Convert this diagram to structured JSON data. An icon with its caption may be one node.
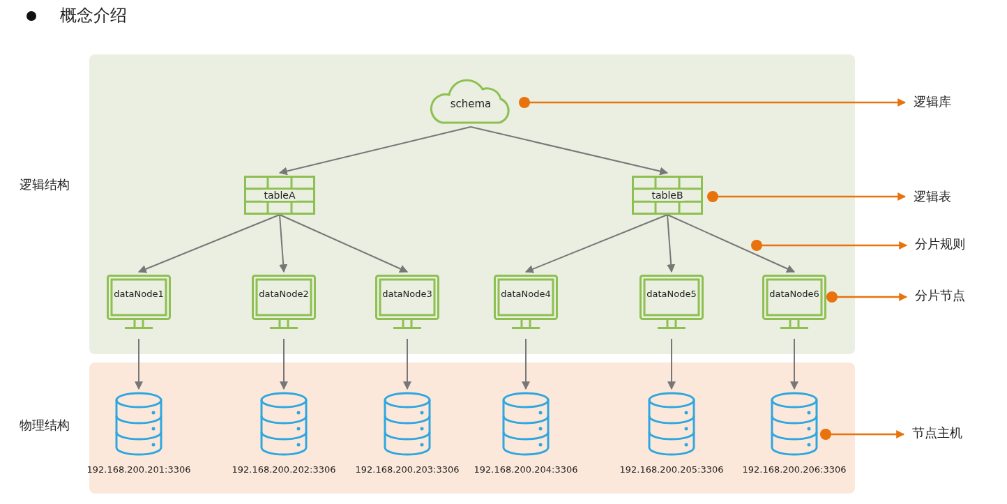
{
  "diagram": {
    "title": "概念介绍",
    "nodes": [
      {
        "text": [
          "逻辑结构"
        ]
      },
      {
        "text": [
          "schema"
        ],
        "in": 0
      },
      {
        "text": [
          "tableA"
        ],
        "in": 0
      },
      {
        "text": [
          "tableB"
        ],
        "in": 0
      },
      {
        "text": [
          "dataNode1"
        ],
        "in": 0
      },
      {
        "text": [
          "dataNode2"
        ],
        "in": 0
      },
      {
        "text": [
          "dataNode3"
        ],
        "in": 0
      },
      {
        "text": [
          "dataNode4"
        ],
        "in": 0
      },
      {
        "text": [
          "dataNode5"
        ],
        "in": 0
      },
      {
        "text": [
          "dataNode6"
        ],
        "in": 0
      },
      {
        "text": [
          "物理结构"
        ]
      },
      {
        "text": [],
        "shape": "cylinder",
        "beside": [
          "192.168.200.201:3306"
        ],
        "in": 10
      },
      {
        "text": [],
        "shape": "cylinder",
        "beside": [
          "192.168.200.202:3306"
        ],
        "in": 10
      },
      {
        "text": [],
        "shape": "cylinder",
        "beside": [
          "192.168.200.203:3306"
        ],
        "in": 10
      },
      {
        "text": [],
        "shape": "cylinder",
        "beside": [
          "192.168.200.204:3306"
        ],
        "in": 10
      },
      {
        "text": [],
        "shape": "cylinder",
        "beside": [
          "192.168.200.205:3306"
        ],
        "in": 10
      },
      {
        "text": [],
        "shape": "cylinder",
        "beside": [
          "192.168.200.206:3306"
        ],
        "in": 10
      },
      {
        "text": [
          "逻辑库"
        ]
      },
      {
        "text": [
          "逻辑表"
        ]
      },
      {
        "text": [
          "分片规则"
        ]
      },
      {
        "text": [
          "分片节点"
        ]
      },
      {
        "text": [
          "节点主机"
        ]
      }
    ],
    "edges": [
      {
        "from": 1,
        "to": 2,
        "arrow": "to"
      },
      {
        "from": 1,
        "to": 3,
        "arrow": "to"
      },
      {
        "from": 2,
        "to": 4,
        "arrow": "to"
      },
      {
        "from": 2,
        "to": 5,
        "arrow": "to"
      },
      {
        "from": 2,
        "to": 6,
        "arrow": "to"
      },
      {
        "from": 3,
        "to": 7,
        "arrow": "to"
      },
      {
        "from": 3,
        "to": 8,
        "arrow": "to"
      },
      {
        "from": 3,
        "to": 9,
        "arrow": "to"
      },
      {
        "from": 4,
        "to": 11,
        "arrow": "to"
      },
      {
        "from": 5,
        "to": 12,
        "arrow": "to"
      },
      {
        "from": 6,
        "to": 13,
        "arrow": "to"
      },
      {
        "from": 7,
        "to": 14,
        "arrow": "to"
      },
      {
        "from": 8,
        "to": 15,
        "arrow": "to"
      },
      {
        "from": 9,
        "to": 16,
        "arrow": "to"
      },
      {
        "from": 1,
        "to": 17,
        "arrow": "to",
        "color": "#e8720c"
      },
      {
        "from": 3,
        "to": 18,
        "arrow": "to",
        "color": "#e8720c"
      },
      {
        "from": null,
        "to": 19,
        "arrow": "to",
        "color": "#e8720c"
      },
      {
        "from": 9,
        "to": 20,
        "arrow": "to",
        "color": "#e8720c"
      },
      {
        "from": 16,
        "to": 21,
        "arrow": "to",
        "color": "#e8720c"
      }
    ]
  }
}
